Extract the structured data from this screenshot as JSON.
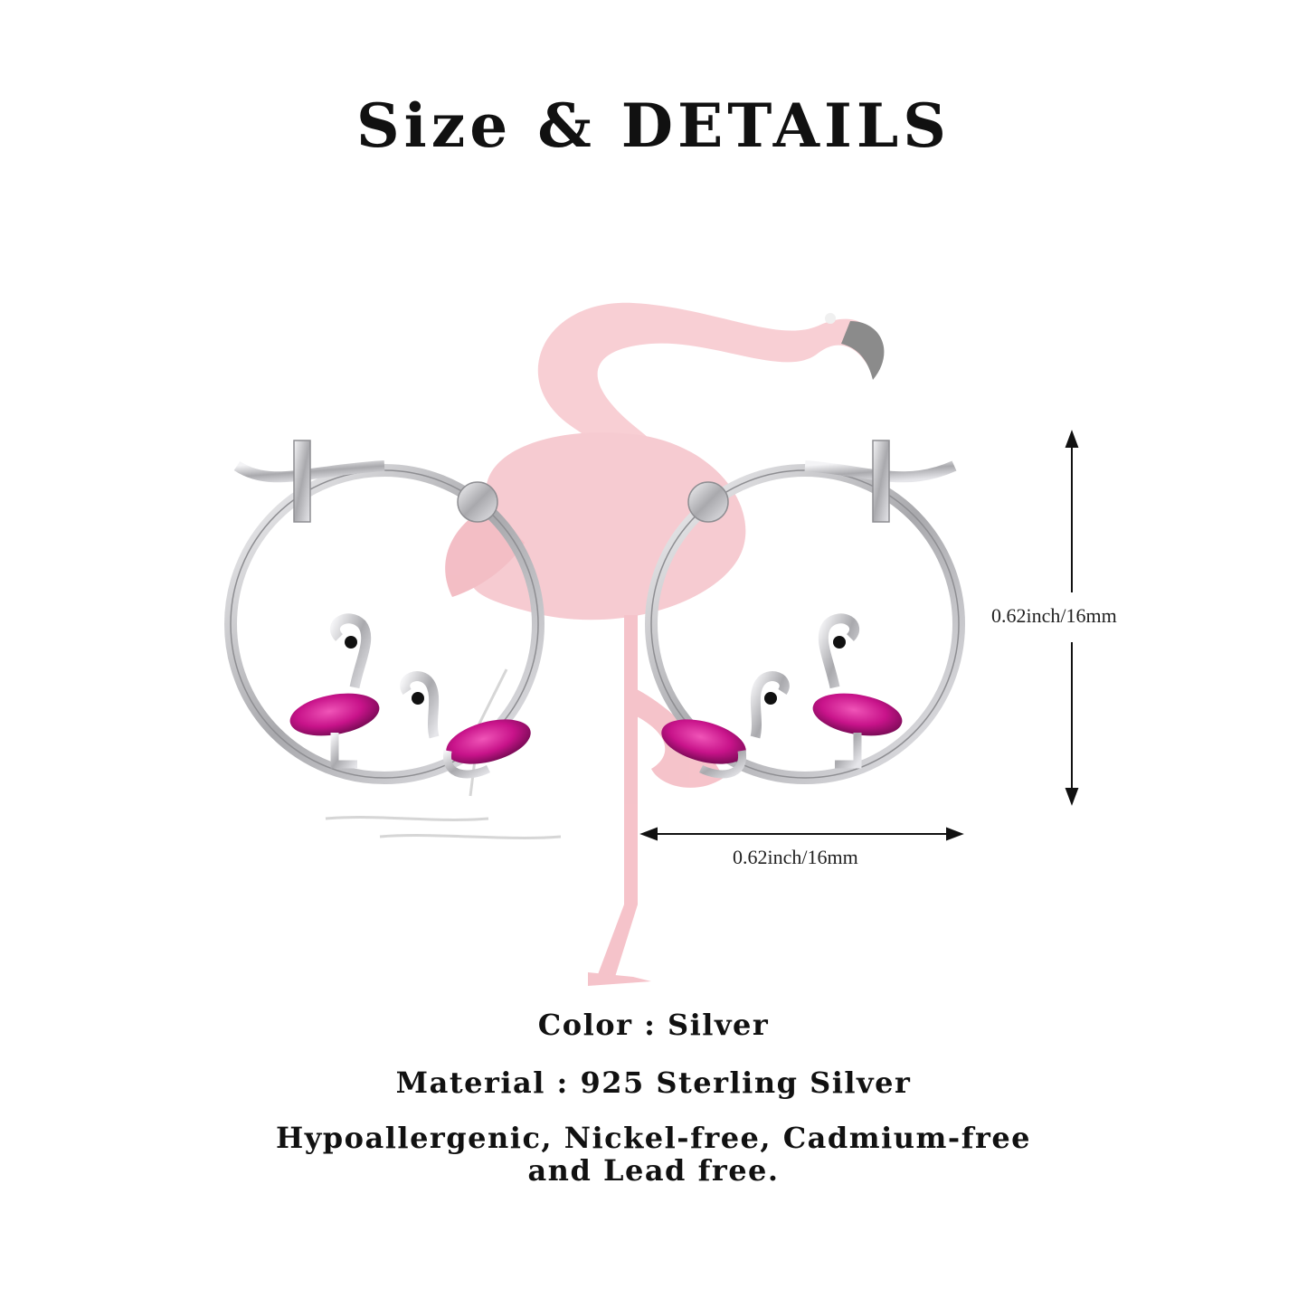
{
  "title": "Size & DETAILS",
  "dimensions": {
    "height_label": "0.62inch/16mm",
    "width_label": "0.62inch/16mm"
  },
  "specs": {
    "color": "Color : Silver",
    "material": "Material :  925 Sterling Silver",
    "features_line1": "Hypoallergenic, Nickel-free, Cadmium-free",
    "features_line2": "and Lead free."
  },
  "colors": {
    "flamingo_pink": "#f6c6cc",
    "silver": "#c9c9cc",
    "gem_pink": "#c8138a",
    "text": "#111111"
  },
  "icons": [
    "flamingo-illustration",
    "hoop-earring-left",
    "hoop-earring-right",
    "dimension-arrow-vertical",
    "dimension-arrow-horizontal"
  ]
}
